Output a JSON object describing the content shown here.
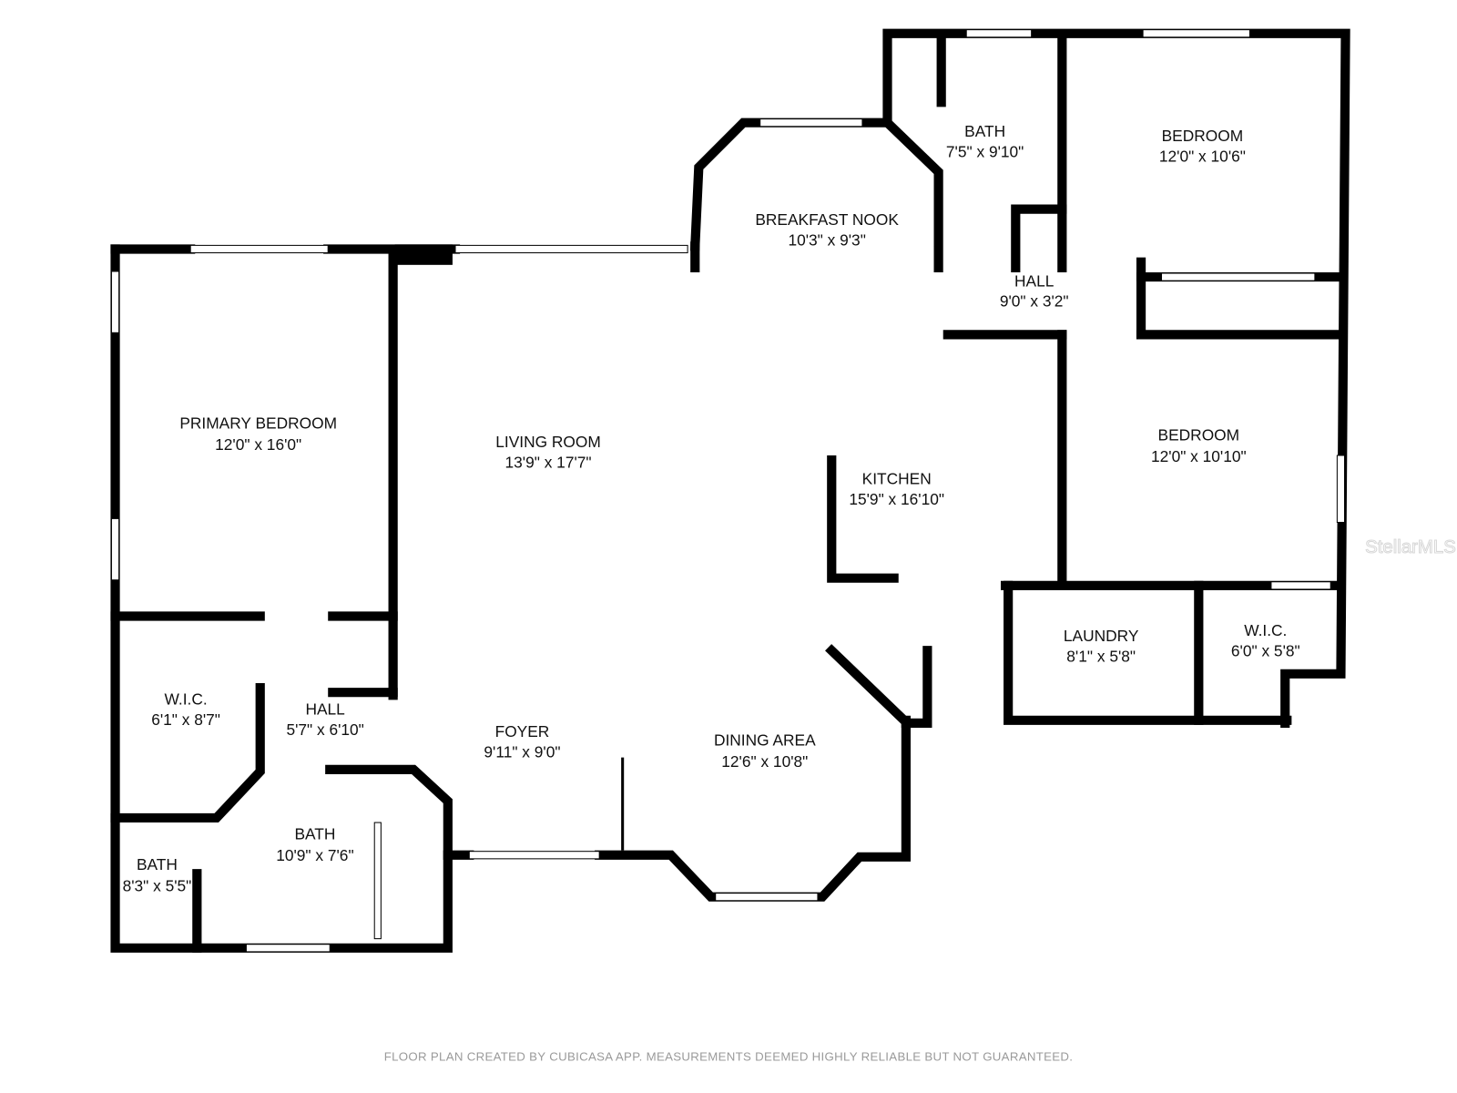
{
  "rooms": [
    {
      "name": "PRIMARY BEDROOM",
      "size": "12'0\" x 16'0\""
    },
    {
      "name": "LIVING ROOM",
      "size": "13'9\" x 17'7\""
    },
    {
      "name": "BREAKFAST NOOK",
      "size": "10'3\" x 9'3\""
    },
    {
      "name": "BATH",
      "size": "7'5\" x 9'10\""
    },
    {
      "name": "BEDROOM",
      "size": "12'0\" x 10'6\""
    },
    {
      "name": "HALL",
      "size": "9'0\" x 3'2\""
    },
    {
      "name": "KITCHEN",
      "size": "15'9\" x 16'10\""
    },
    {
      "name": "BEDROOM",
      "size": "12'0\" x 10'10\""
    },
    {
      "name": "LAUNDRY",
      "size": "8'1\" x 5'8\""
    },
    {
      "name": "W.I.C.",
      "size": "6'0\" x 5'8\""
    },
    {
      "name": "W.I.C.",
      "size": "6'1\" x 8'7\""
    },
    {
      "name": "HALL",
      "size": "5'7\" x 6'10\""
    },
    {
      "name": "FOYER",
      "size": "9'11\" x 9'0\""
    },
    {
      "name": "DINING AREA",
      "size": "12'6\" x 10'8\""
    },
    {
      "name": "BATH",
      "size": "10'9\" x 7'6\""
    },
    {
      "name": "BATH",
      "size": "8'3\" x 5'5\""
    }
  ],
  "watermark": "StellarMLS",
  "footer": "FLOOR PLAN CREATED BY CUBICASA APP. MEASUREMENTS DEEMED HIGHLY RELIABLE BUT NOT GUARANTEED."
}
